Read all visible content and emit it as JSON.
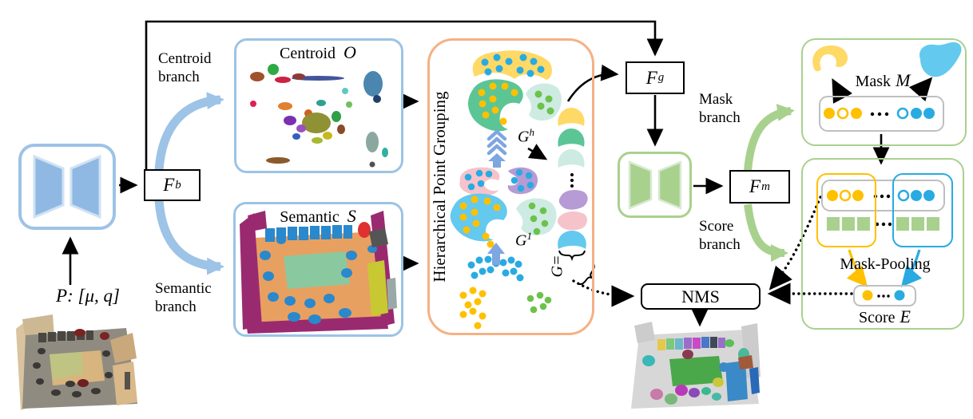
{
  "palette": {
    "branch_blue": "#9DC3E6",
    "branch_green": "#A9D18E",
    "grouping_orange": "#F4B183",
    "dot_orange": "#FFC000",
    "dot_blue": "#29ABE2",
    "dot_green": "#6CC24A",
    "gray_border": "#BFBFBF"
  },
  "input": {
    "label": "P: [μ, q]"
  },
  "features": {
    "fb": {
      "base": "F",
      "sup": "b"
    },
    "fg": {
      "base": "F",
      "sup": "g"
    },
    "fm": {
      "base": "F",
      "sup": "m"
    }
  },
  "branches": {
    "centroid": {
      "line1": "Centroid",
      "line2": "branch"
    },
    "semantic": {
      "line1": "Semantic",
      "line2": "branch"
    },
    "mask": {
      "line1": "Mask",
      "line2": "branch"
    },
    "score": {
      "line1": "Score",
      "line2": "branch"
    }
  },
  "centroid_box": {
    "title": "Centroid",
    "symbol": "O"
  },
  "semantic_box": {
    "title": "Semantic",
    "symbol": "S"
  },
  "grouping_box": {
    "title": "Hierarchical Point Grouping",
    "gh": {
      "base": "G",
      "sup": "h"
    },
    "g1": {
      "base": "G",
      "sup": "1"
    },
    "g_eq": "G="
  },
  "mask_box": {
    "title": "Mask",
    "symbol": "M"
  },
  "score_box": {
    "title": "Score",
    "symbol": "E",
    "pooling_label": "Mask-Pooling"
  },
  "nms": {
    "label": "NMS"
  }
}
